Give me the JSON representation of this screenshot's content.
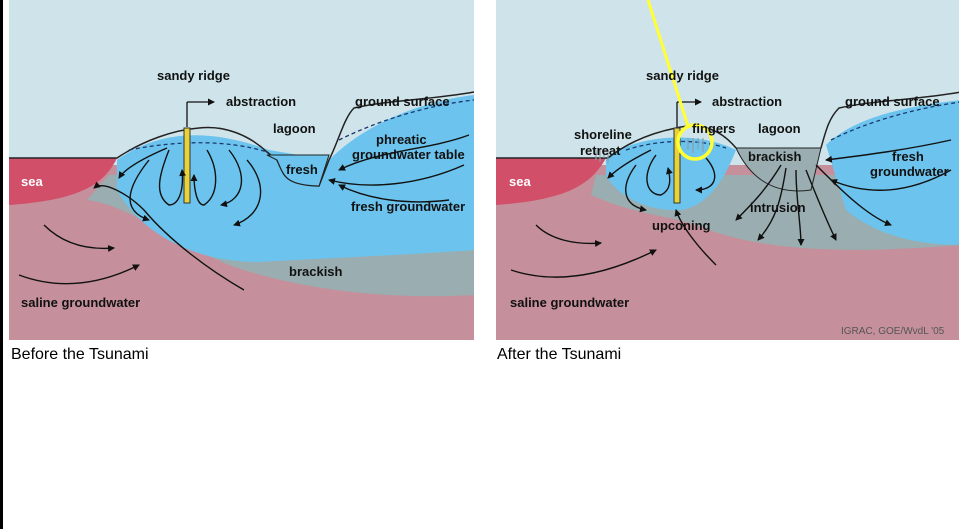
{
  "slide": {
    "title_fragment": "g"
  },
  "before": {
    "caption": "Before the Tsunami",
    "labels": {
      "sandy_ridge": "sandy ridge",
      "abstraction": "abstraction",
      "ground_surface": "ground surface",
      "lagoon": "lagoon",
      "phreatic": "phreatic",
      "groundwater_table": "groundwater table",
      "fresh": "fresh",
      "sea": "sea",
      "fresh_groundwater": "fresh groundwater",
      "brackish": "brackish",
      "saline_groundwater": "saline groundwater"
    }
  },
  "after": {
    "caption": "After the Tsunami",
    "labels": {
      "sandy_ridge": "sandy ridge",
      "abstraction": "abstraction",
      "ground_surface": "ground surface",
      "shoreline": "shoreline",
      "retreat": "retreat",
      "fingers": "fingers",
      "lagoon": "lagoon",
      "brackish": "brackish",
      "fresh": "fresh",
      "groundwater": "groundwater",
      "sea": "sea",
      "intrusion": "intrusion",
      "upconing": "upconing",
      "saline_groundwater": "saline groundwater"
    },
    "credit": "IGRAC, GOE/WvdL '05"
  },
  "colors": {
    "sky": "#cfe4ea",
    "fresh_water": "#6cc4ee",
    "brackish": "#9aadb0",
    "saline": "#c5909b",
    "sea": "#d24f6a",
    "highlight": "#ffff33"
  }
}
